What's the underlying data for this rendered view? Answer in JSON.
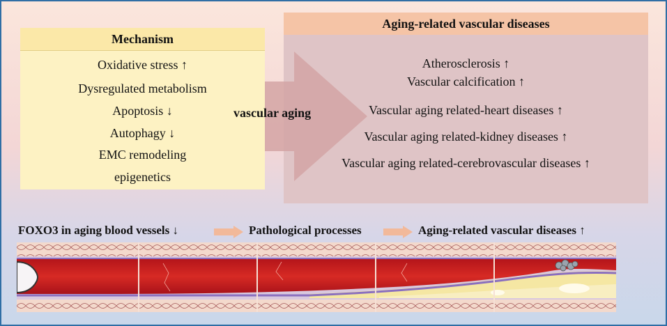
{
  "mechanism": {
    "title": "Mechanism",
    "items": [
      "Oxidative stress ↑",
      "Dysregulated metabolism",
      "Apoptosis ↓",
      "Autophagy ↓",
      "EMC remodeling",
      "epigenetics"
    ]
  },
  "center": {
    "label": "vascular aging"
  },
  "diseases": {
    "title": "Aging-related vascular  diseases",
    "items": [
      "Atherosclerosis ↑",
      "Vascular calcification ↑",
      "Vascular aging related-heart diseases ↑",
      "Vascular aging related-kidney diseases ↑",
      "Vascular aging related-cerebrovascular diseases ↑"
    ]
  },
  "flow": {
    "step1": "FOXO3 in aging blood vessels ↓",
    "step2": "Pathological processes",
    "step3": "Aging-related vascular diseases ↑"
  },
  "colors": {
    "border": "#2f6ea5",
    "mechanism_bg": "#fdf2c3",
    "mechanism_header": "#fbe8a8",
    "diseases_bg": "#dfc4c6",
    "diseases_header": "#f5c4a6",
    "big_arrow": "#d3a4a4",
    "flow_arrow": "#f2b99a",
    "blood": "#c8201e",
    "plaque": "#f5e7a3"
  }
}
